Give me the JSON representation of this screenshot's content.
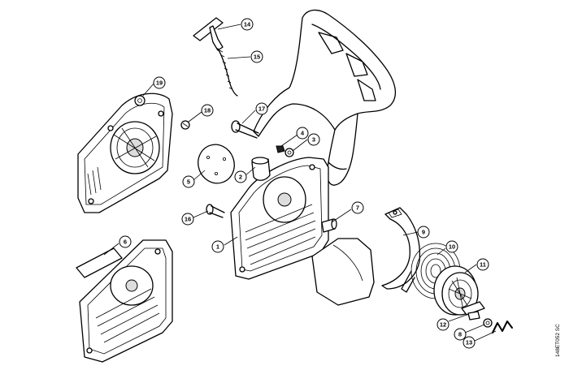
{
  "diagram": {
    "reference_code": "148ET052 SC",
    "callouts": [
      {
        "id": "1",
        "label": "1"
      },
      {
        "id": "2",
        "label": "2"
      },
      {
        "id": "3",
        "label": "3"
      },
      {
        "id": "4",
        "label": "4"
      },
      {
        "id": "5",
        "label": "5"
      },
      {
        "id": "6",
        "label": "6"
      },
      {
        "id": "7",
        "label": "7"
      },
      {
        "id": "8",
        "label": "8"
      },
      {
        "id": "9",
        "label": "9"
      },
      {
        "id": "10",
        "label": "10"
      },
      {
        "id": "11",
        "label": "11"
      },
      {
        "id": "12",
        "label": "12"
      },
      {
        "id": "13",
        "label": "13"
      },
      {
        "id": "14",
        "label": "14"
      },
      {
        "id": "15",
        "label": "15"
      },
      {
        "id": "16",
        "label": "16"
      },
      {
        "id": "17",
        "label": "17"
      },
      {
        "id": "18",
        "label": "18"
      },
      {
        "id": "19",
        "label": "19"
      }
    ]
  }
}
